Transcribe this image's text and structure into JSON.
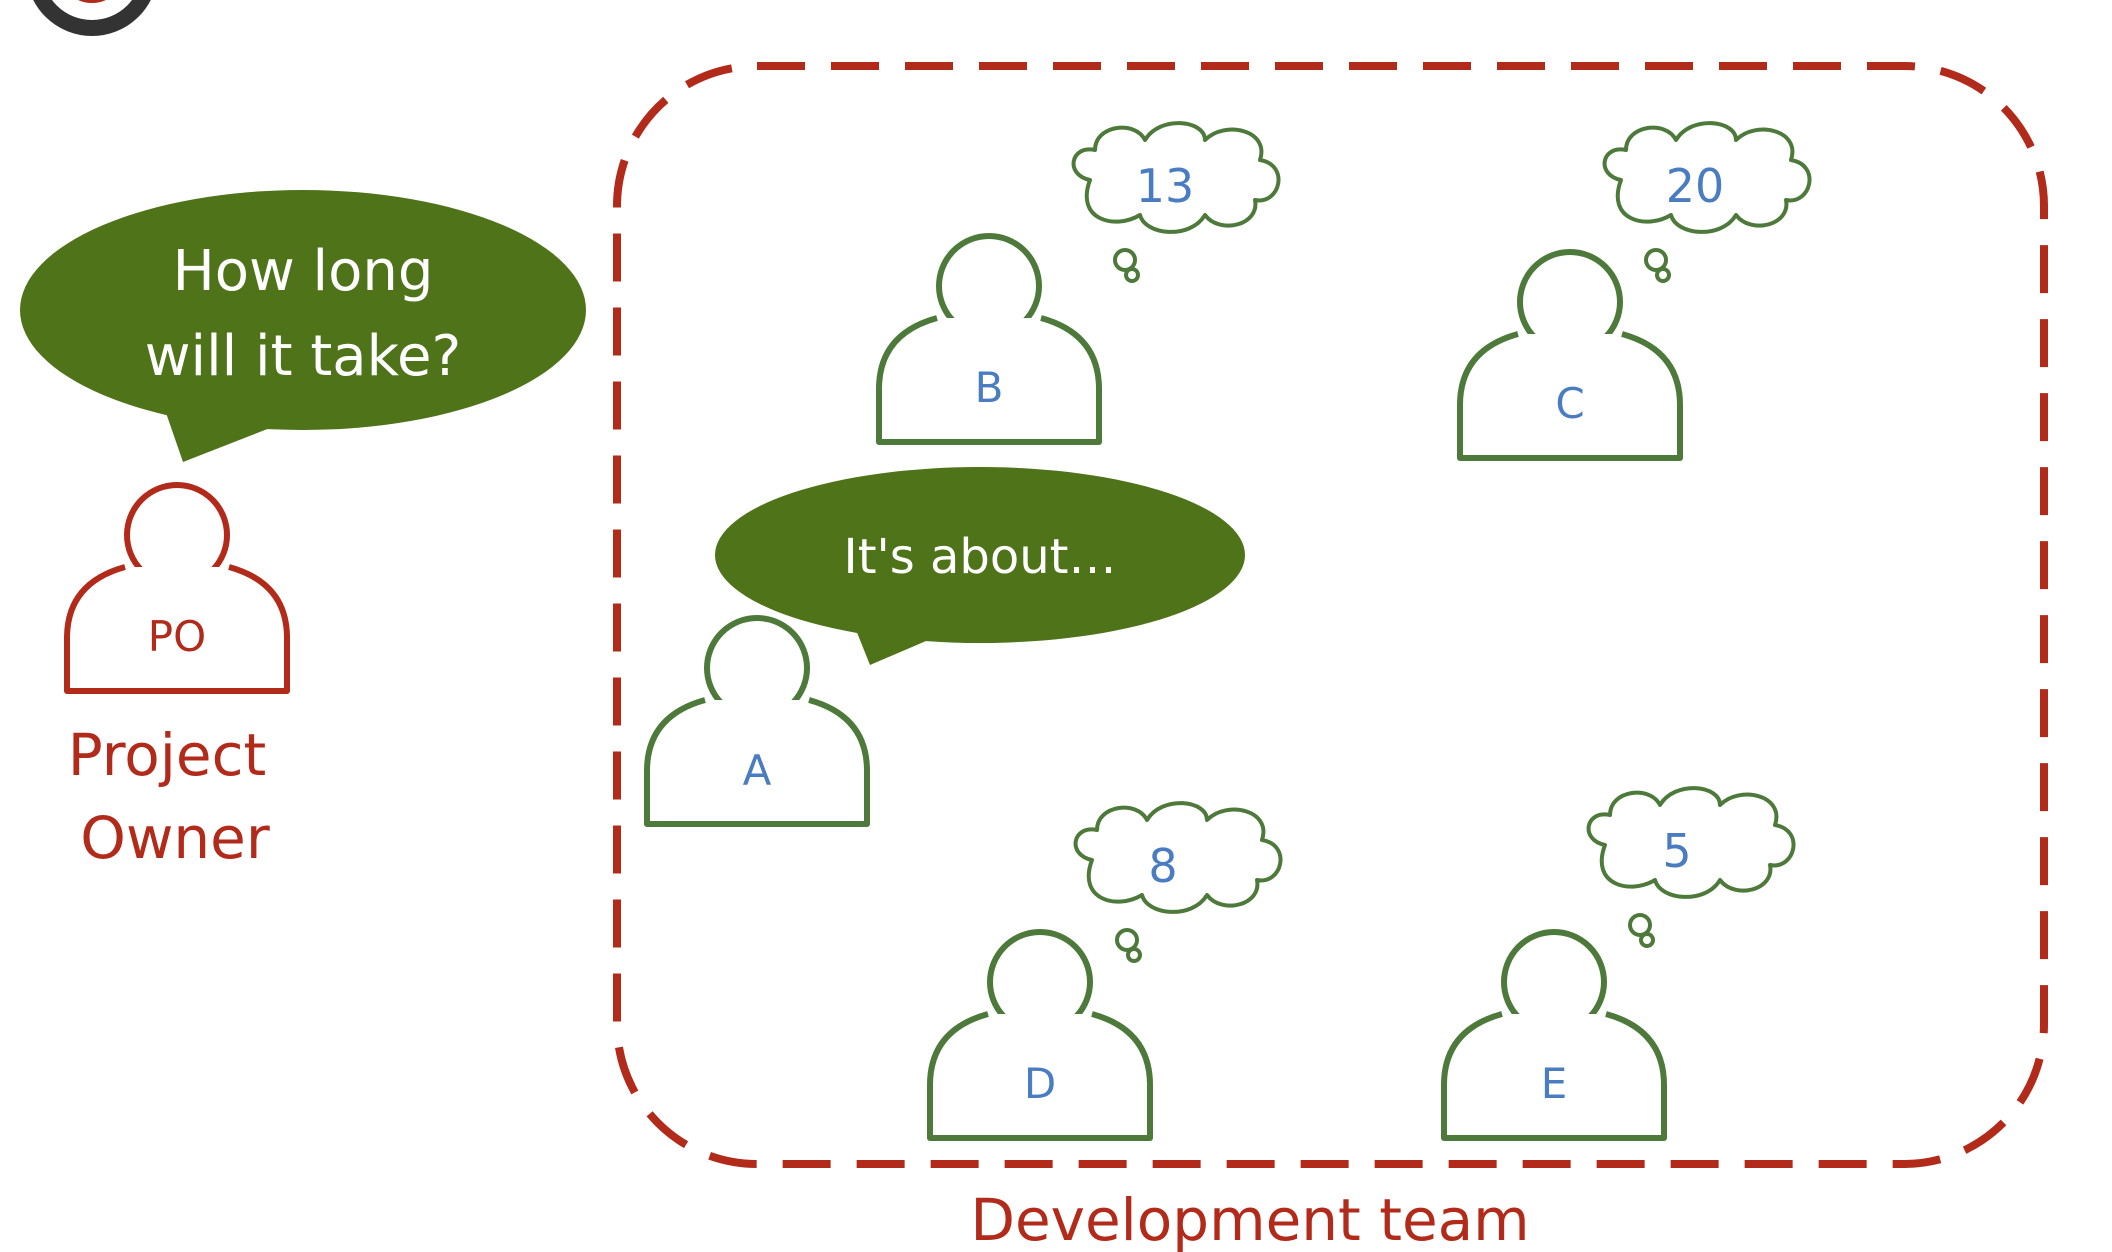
{
  "colors": {
    "red": "#b22a1a",
    "green": "#4d7a3a",
    "speech_green": "#4f7319",
    "blue": "#4a7cc2",
    "white": "#ffffff"
  },
  "project_owner": {
    "badge": "PO",
    "role_line1": "Project",
    "role_line2": "Owner",
    "speech_line1": "How long",
    "speech_line2": "will it take?"
  },
  "team": {
    "label": "Development team",
    "speaker_speech": "It's about…",
    "members": [
      {
        "id": "A",
        "label": "A",
        "estimate": ""
      },
      {
        "id": "B",
        "label": "B",
        "estimate": "13"
      },
      {
        "id": "C",
        "label": "C",
        "estimate": "20"
      },
      {
        "id": "D",
        "label": "D",
        "estimate": "8"
      },
      {
        "id": "E",
        "label": "E",
        "estimate": "5"
      }
    ]
  }
}
